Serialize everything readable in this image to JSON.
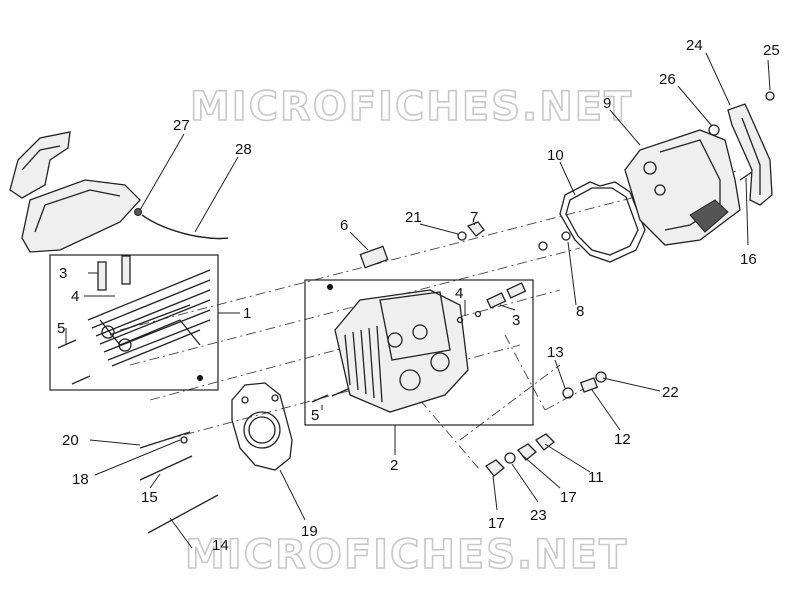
{
  "watermark": {
    "top": "MICROFICHES.NET",
    "bottom": "MICROFICHES.NET"
  },
  "callouts": {
    "c1": "1",
    "c2": "2",
    "c3a": "3",
    "c3b": "3",
    "c4a": "4",
    "c4b": "4",
    "c5a": "5",
    "c5b": "5",
    "c6": "6",
    "c7": "7",
    "c8": "8",
    "c9": "9",
    "c10": "10",
    "c11": "11",
    "c12": "12",
    "c13": "13",
    "c14": "14",
    "c15": "15",
    "c16": "16",
    "c17a": "17",
    "c17b": "17",
    "c18": "18",
    "c19": "19",
    "c20": "20",
    "c21": "21",
    "c22": "22",
    "c23": "23",
    "c24": "24",
    "c25": "25",
    "c26": "26",
    "c27": "27",
    "c28": "28"
  }
}
